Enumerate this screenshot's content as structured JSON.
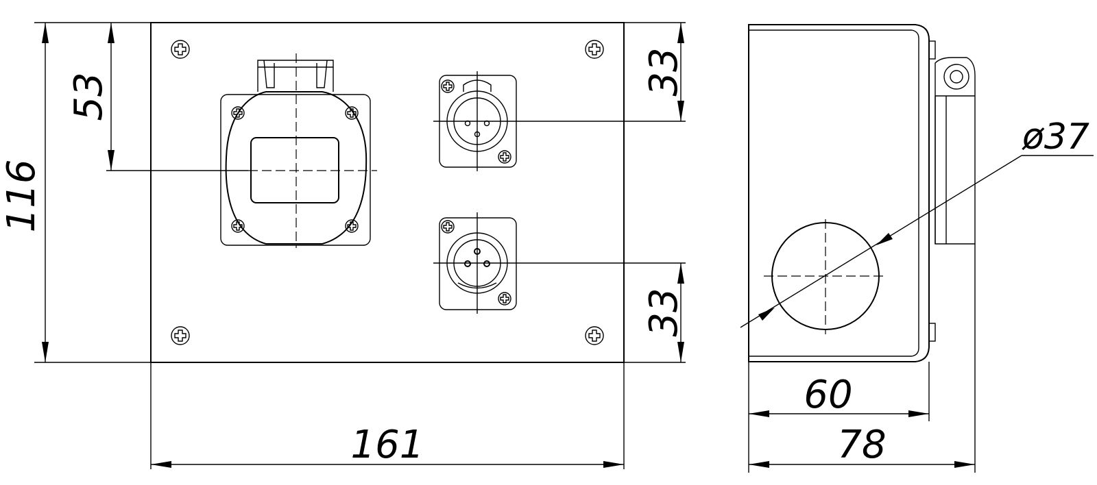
{
  "dimensions": {
    "overall_height": "116",
    "socket_center_from_top": "53",
    "xlr_top_from_top": "33",
    "xlr_bottom_from_bottom": "33",
    "overall_width": "161",
    "box_depth": "60",
    "total_depth": "78",
    "hole_diameter": "ø37"
  }
}
